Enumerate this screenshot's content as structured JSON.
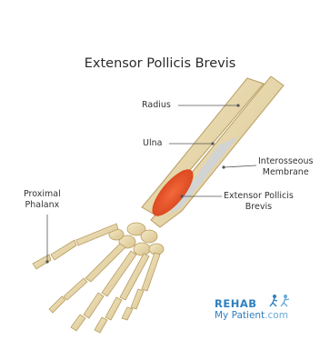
{
  "title": "Extensor Pollicis Brevis",
  "labels": {
    "radius": "Radius",
    "ulna": "Ulna",
    "interosseous_line1": "Interosseous",
    "interosseous_line2": "Membrane",
    "epb_line1": "Extensor Pollicis",
    "epb_line2": "Brevis",
    "phalanx_line1": "Proximal",
    "phalanx_line2": "Phalanx"
  },
  "logo": {
    "line1": "REHAB",
    "line2_main": "My Patient",
    "line2_domain": ".com"
  },
  "colors": {
    "bone": "#e9d9ae",
    "bone_shadow": "#c9b27a",
    "muscle": "#e8542a",
    "membrane": "#c9cdd2",
    "logo_blue": "#2f7fc1"
  }
}
